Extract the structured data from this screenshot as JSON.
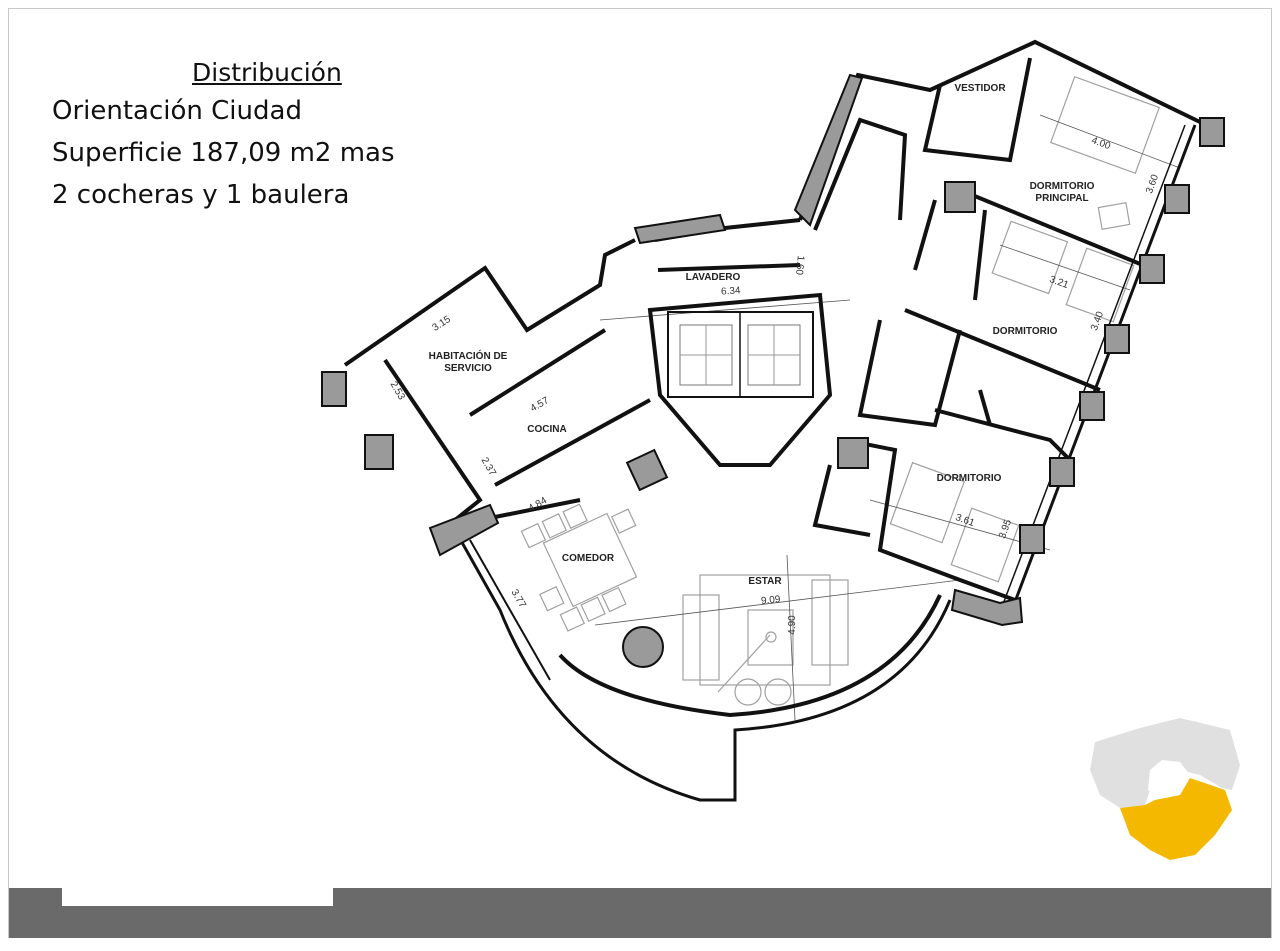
{
  "info": {
    "title": "Distribución",
    "orientation": "Orientación Ciudad",
    "surface": "Superficie 187,09 m2 mas",
    "extras": "2 cocheras y 1 baulera"
  },
  "rooms": {
    "vestidor": "VESTIDOR",
    "dormitorio_principal_1": "DORMITORIO",
    "dormitorio_principal_2": "PRINCIPAL",
    "dormitorio_2": "DORMITORIO",
    "dormitorio_3": "DORMITORIO",
    "lavadero": "LAVADERO",
    "habitacion_servicio_1": "HABITACIÓN DE",
    "habitacion_servicio_2": "SERVICIO",
    "cocina": "COCINA",
    "comedor": "COMEDOR",
    "estar": "ESTAR"
  },
  "dimensions": {
    "master_width": "4.00",
    "master_depth": "3.60",
    "dorm2_width": "3.21",
    "dorm2_depth": "3.40",
    "dorm3_width": "3.61",
    "dorm3_depth": "3.95",
    "lavadero_width": "6.34",
    "lavadero_depth": "1.60",
    "servicio_width": "3.15",
    "servicio_depth": "2.53",
    "cocina_width": "4.57",
    "cocina_depth": "2.37",
    "comedor_width": "4.84",
    "comedor_depth": "3.77",
    "estar_width": "9.09",
    "estar_depth": "4.90"
  },
  "colors": {
    "wall": "#111111",
    "column": "#9a9a9a",
    "furniture": "#a0a0a0",
    "footer": "#6a6a6a",
    "highlight": "#f5b800",
    "building": "#e0e0e0"
  }
}
